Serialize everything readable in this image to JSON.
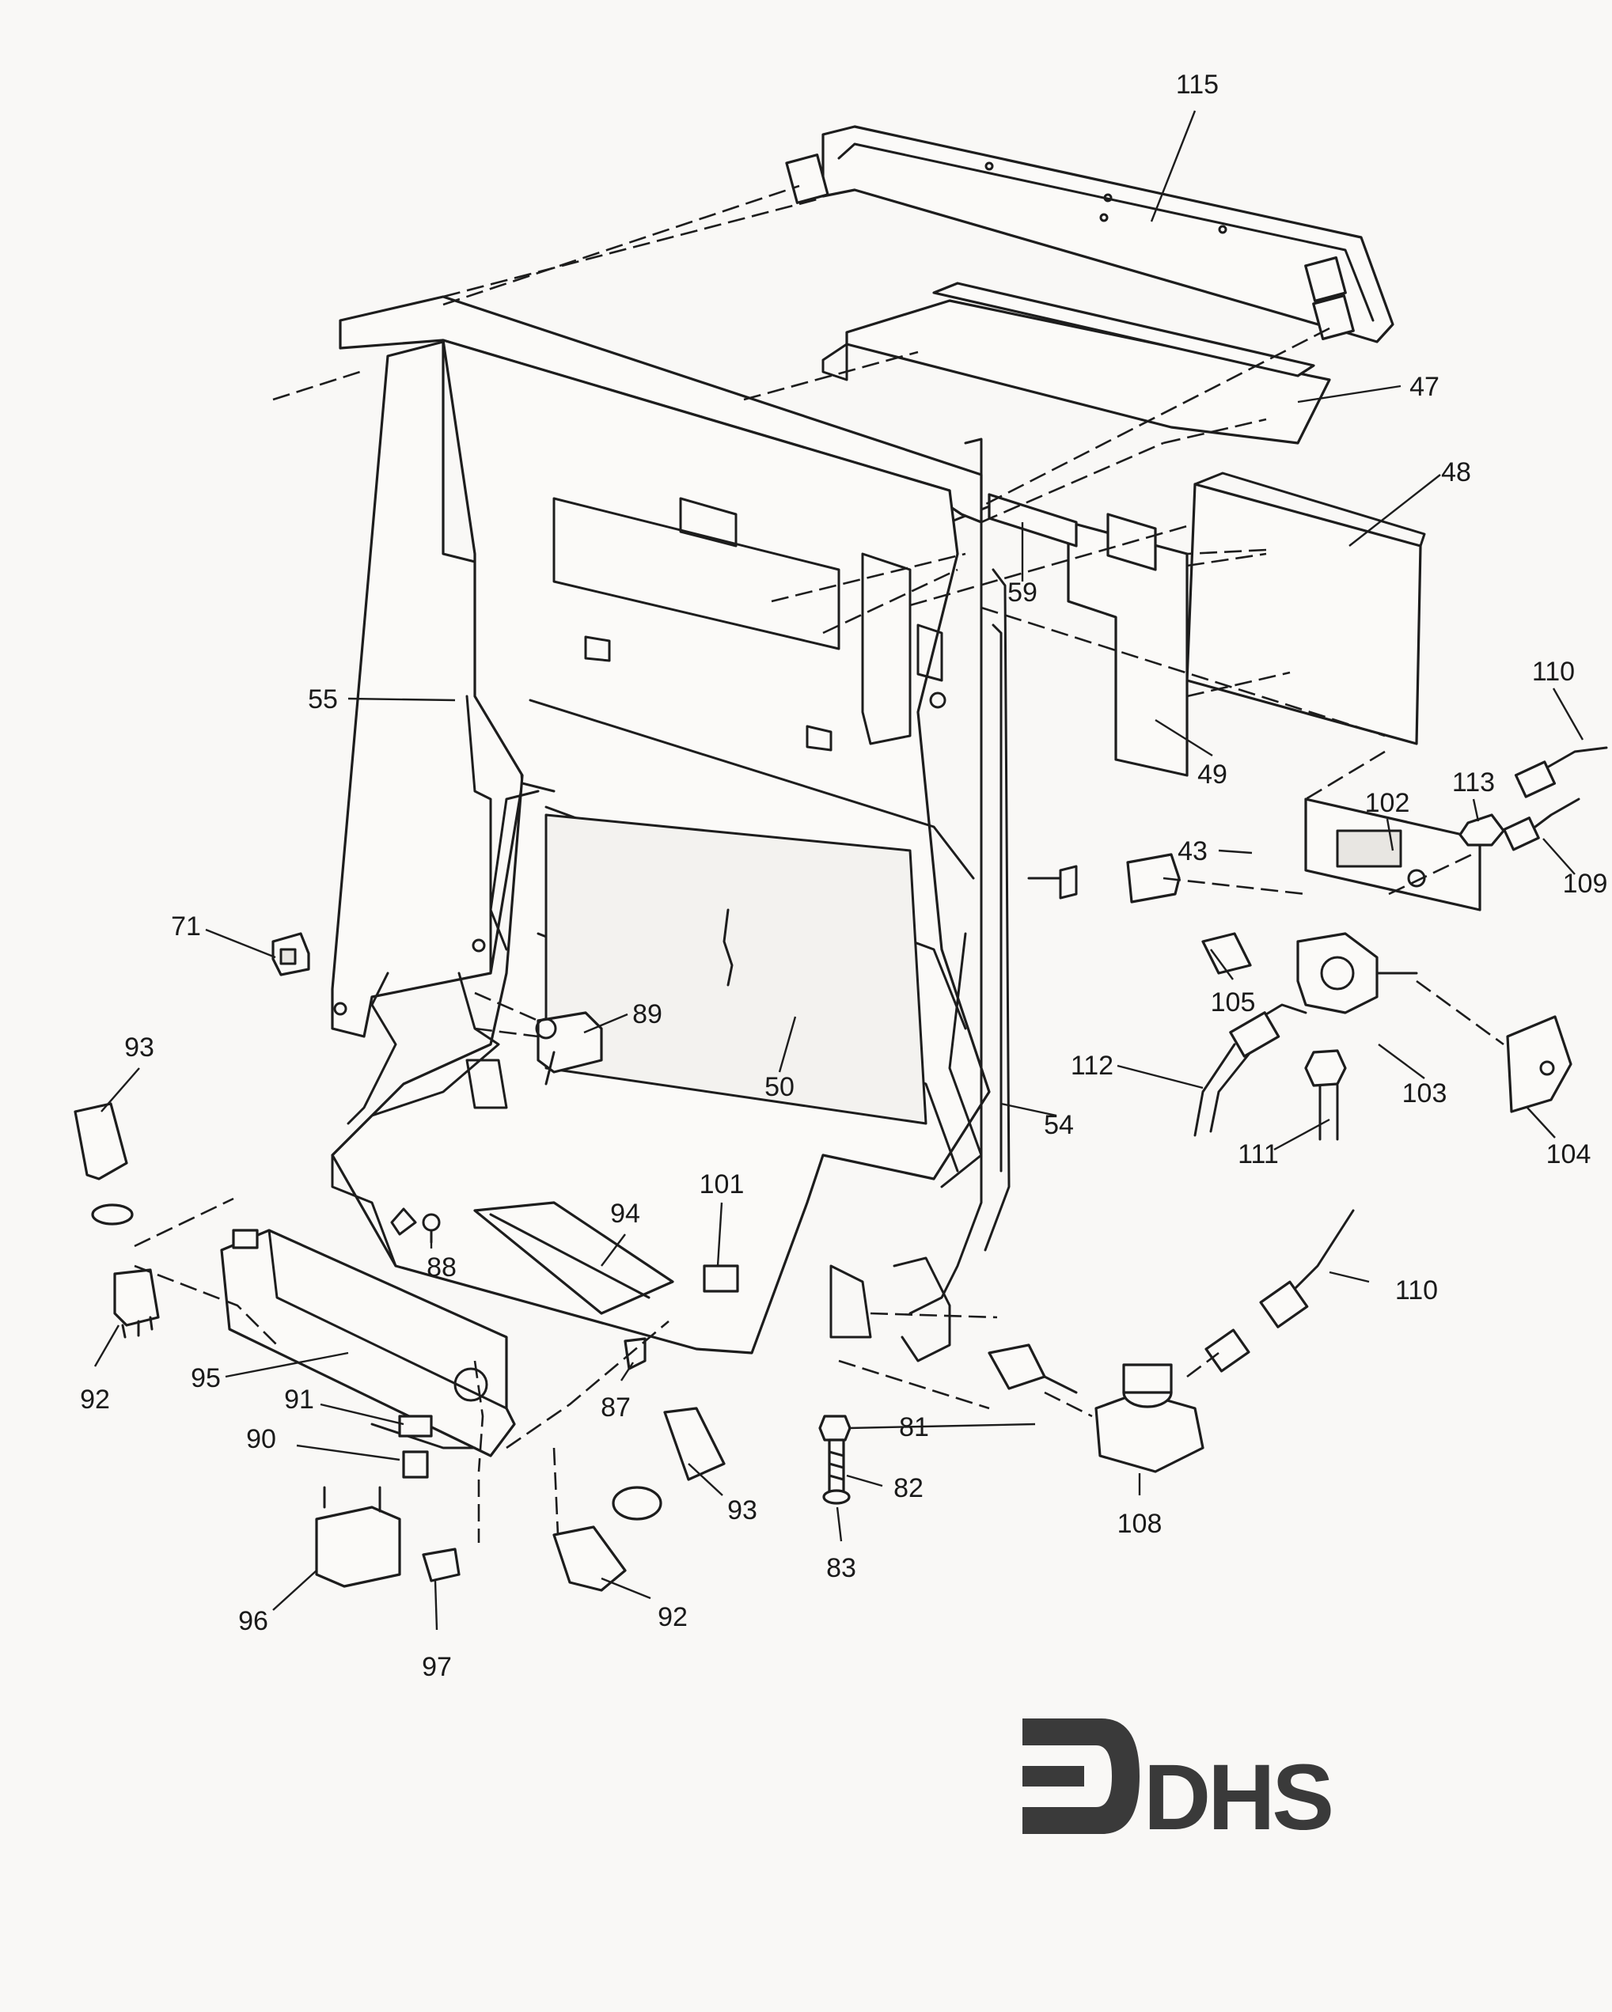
{
  "callouts": [
    {
      "id": "115",
      "label": "115"
    },
    {
      "id": "47",
      "label": "47"
    },
    {
      "id": "48",
      "label": "48"
    },
    {
      "id": "59",
      "label": "59"
    },
    {
      "id": "55",
      "label": "55"
    },
    {
      "id": "49",
      "label": "49"
    },
    {
      "id": "110a",
      "label": "110"
    },
    {
      "id": "113",
      "label": "113"
    },
    {
      "id": "102",
      "label": "102"
    },
    {
      "id": "43",
      "label": "43"
    },
    {
      "id": "109",
      "label": "109"
    },
    {
      "id": "71",
      "label": "71"
    },
    {
      "id": "105",
      "label": "105"
    },
    {
      "id": "89",
      "label": "89"
    },
    {
      "id": "93a",
      "label": "93"
    },
    {
      "id": "50",
      "label": "50"
    },
    {
      "id": "112",
      "label": "112"
    },
    {
      "id": "103",
      "label": "103"
    },
    {
      "id": "54",
      "label": "54"
    },
    {
      "id": "111",
      "label": "111"
    },
    {
      "id": "104",
      "label": "104"
    },
    {
      "id": "101",
      "label": "101"
    },
    {
      "id": "94",
      "label": "94"
    },
    {
      "id": "88",
      "label": "88"
    },
    {
      "id": "110b",
      "label": "110"
    },
    {
      "id": "92a",
      "label": "92"
    },
    {
      "id": "95",
      "label": "95"
    },
    {
      "id": "87",
      "label": "87"
    },
    {
      "id": "91",
      "label": "91"
    },
    {
      "id": "81",
      "label": "81"
    },
    {
      "id": "90",
      "label": "90"
    },
    {
      "id": "82",
      "label": "82"
    },
    {
      "id": "93b",
      "label": "93"
    },
    {
      "id": "108",
      "label": "108"
    },
    {
      "id": "83",
      "label": "83"
    },
    {
      "id": "96",
      "label": "96"
    },
    {
      "id": "92b",
      "label": "92"
    },
    {
      "id": "97",
      "label": "97"
    }
  ],
  "logo": {
    "text": "DHS",
    "icon": "dhs-brand-mark"
  },
  "colors": {
    "ink": "#1d1d1d",
    "paper": "#f9f8f6",
    "logo": "#3a3a3a"
  }
}
